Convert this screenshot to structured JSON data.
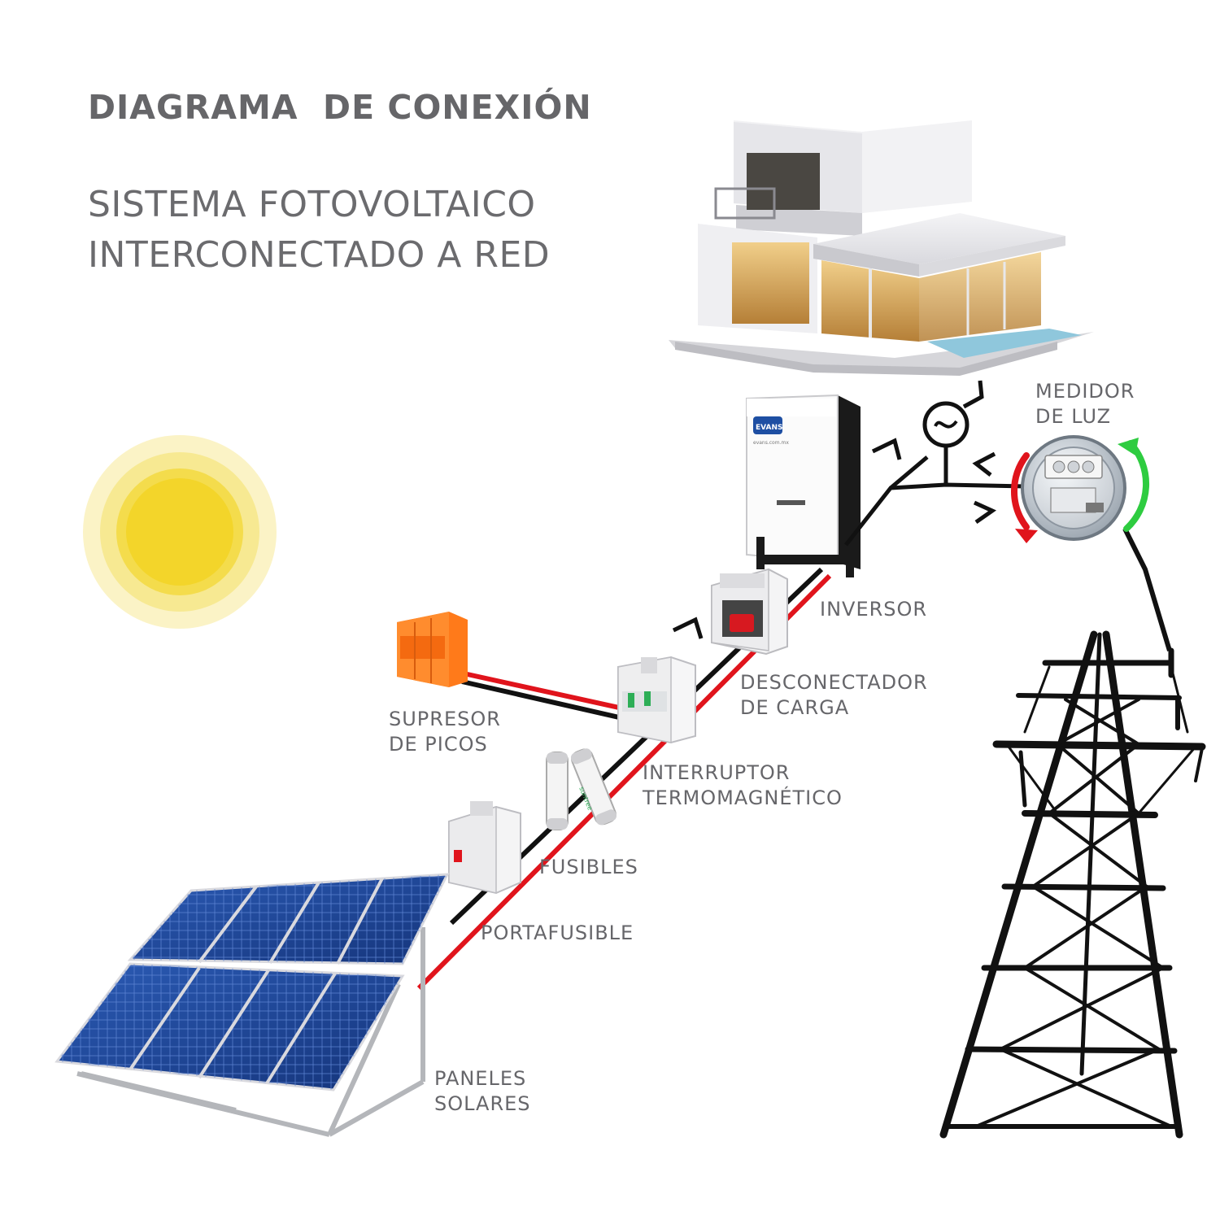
{
  "title": "DIAGRAMA  DE CONEXIÓN",
  "subtitle": {
    "line1": "SISTEMA FOTOVOLTAICO",
    "line2": "INTERCONECTADO A RED"
  },
  "brand": {
    "inverter_logo": "EVANS",
    "inverter_url": "evans.com.mx",
    "fuse_brand": "suntree"
  },
  "labels": {
    "meter": {
      "line1": "MEDIDOR",
      "line2": "DE LUZ"
    },
    "inverter": "INVERSOR",
    "disconnector": {
      "line1": "DESCONECTADOR",
      "line2": "DE CARGA"
    },
    "surge": {
      "line1": "SUPRESOR",
      "line2": "DE PICOS"
    },
    "breaker": {
      "line1": "INTERRUPTOR",
      "line2": "TERMOMAGNÉTICO"
    },
    "fuses": "FUSIBLES",
    "fuse_holder": "PORTAFUSIBLE",
    "panels": {
      "line1": "PANELES",
      "line2": "SOLARES"
    }
  },
  "colors": {
    "text": "#666669",
    "positive_wire": "#e0141c",
    "negative_wire": "#111111",
    "export_arrow": "#e0141c",
    "import_arrow": "#2ecc40",
    "panel": "#1f4a9c",
    "sun": "#f3d52a",
    "surge_protector": "#ff7a1a"
  },
  "icons": [
    "sun-icon",
    "house-icon",
    "inverter-icon",
    "ac-source-icon",
    "energy-meter-icon",
    "transmission-tower-icon",
    "disconnector-icon",
    "breaker-icon",
    "surge-protector-icon",
    "fuse-icon",
    "fuse-holder-icon",
    "solar-panel-icon"
  ]
}
